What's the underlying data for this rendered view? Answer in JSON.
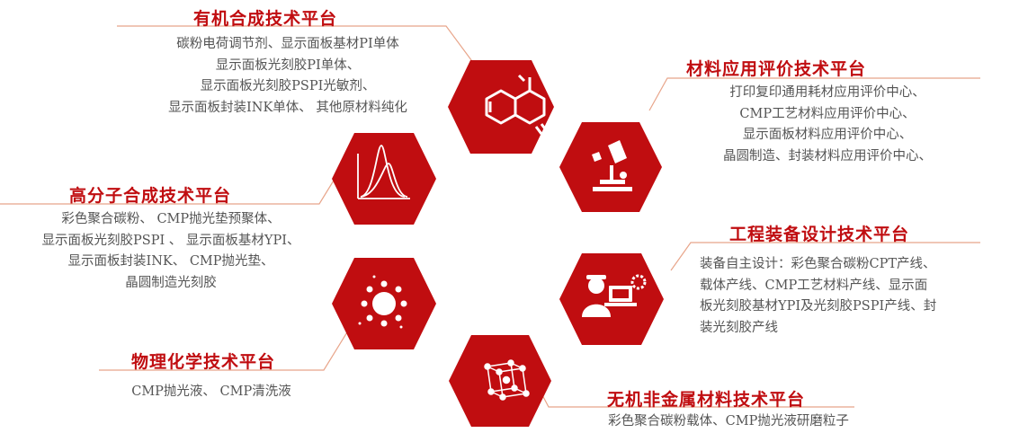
{
  "colors": {
    "hex": "#c00d10",
    "title": "#c00d10",
    "line": "#e8a58a",
    "text": "#555555"
  },
  "platforms": [
    {
      "id": "organic",
      "title": "有机合成技术平台",
      "icon": "molecule-structure-icon",
      "lines": [
        "碳粉电荷调节剂、显示面板基材PI单体",
        "显示面板光刻胶PI单体、",
        "显示面板光刻胶PSPI光敏剂、",
        "显示面板封装INK单体、 其他原材料纯化"
      ]
    },
    {
      "id": "polymer",
      "title": "高分子合成技术平台",
      "icon": "distribution-curve-icon",
      "lines": [
        "彩色聚合碳粉、 CMP抛光垫预聚体、",
        "显示面板光刻胶PSPI 、 显示面板基材YPI、",
        "显示面板封装INK、 CMP抛光垫、",
        "晶圆制造光刻胶"
      ]
    },
    {
      "id": "physchem",
      "title": "物理化学技术平台",
      "icon": "particle-dispersion-icon",
      "lines": [
        "CMP抛光液、 CMP清洗液"
      ]
    },
    {
      "id": "evaluation",
      "title": "材料应用评价技术平台",
      "icon": "microscope-icon",
      "lines": [
        "打印复印通用耗材应用评价中心、",
        "CMP工艺材料应用评价中心、",
        "显示面板材料应用评价中心、",
        "晶圆制造、封装材料应用评价中心、"
      ]
    },
    {
      "id": "engineering",
      "title": "工程装备设计技术平台",
      "icon": "engineer-computer-icon",
      "lines": [
        "装备自主设计：彩色聚合碳粉CPT产线、",
        "载体产线、CMP工艺材料产线、显示面",
        "板光刻胶基材YPI及光刻胶PSPI产线、封",
        "装光刻胶产线"
      ]
    },
    {
      "id": "inorganic",
      "title": "无机非金属材料技术平台",
      "icon": "crystal-lattice-icon",
      "lines": [
        "彩色聚合碳粉载体、CMP抛光液研磨粒子"
      ]
    }
  ]
}
